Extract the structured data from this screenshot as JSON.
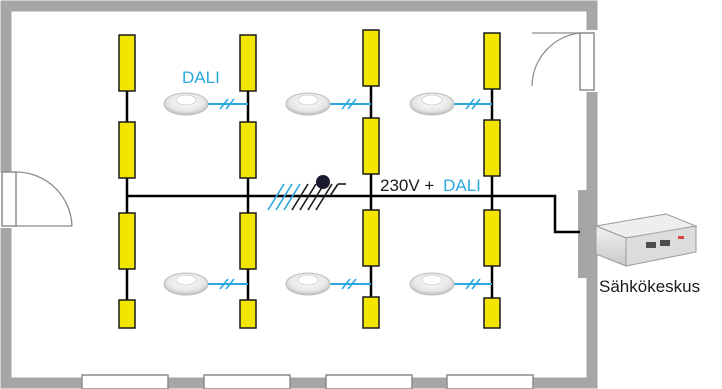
{
  "labels": {
    "dali_short": "DALI",
    "bus_voltage": "230V +",
    "bus_dali": "DALI",
    "controller_name": "Sähkökeskus"
  },
  "colors": {
    "wall": "#a6a6a6",
    "wall_inner": "#ffffff",
    "luminaire_fill": "#f2e600",
    "luminaire_stroke": "#1a1a1a",
    "cable": "#000000",
    "dali_accent": "#29a8e0",
    "sensor_body": "#e9e9e9",
    "controller_body": "#d9d9d9"
  },
  "icons": {
    "sensor": "ceiling-sensor-icon",
    "controller": "din-rail-controller-icon",
    "junction": "junction-dot-icon",
    "door": "door-swing-icon"
  }
}
